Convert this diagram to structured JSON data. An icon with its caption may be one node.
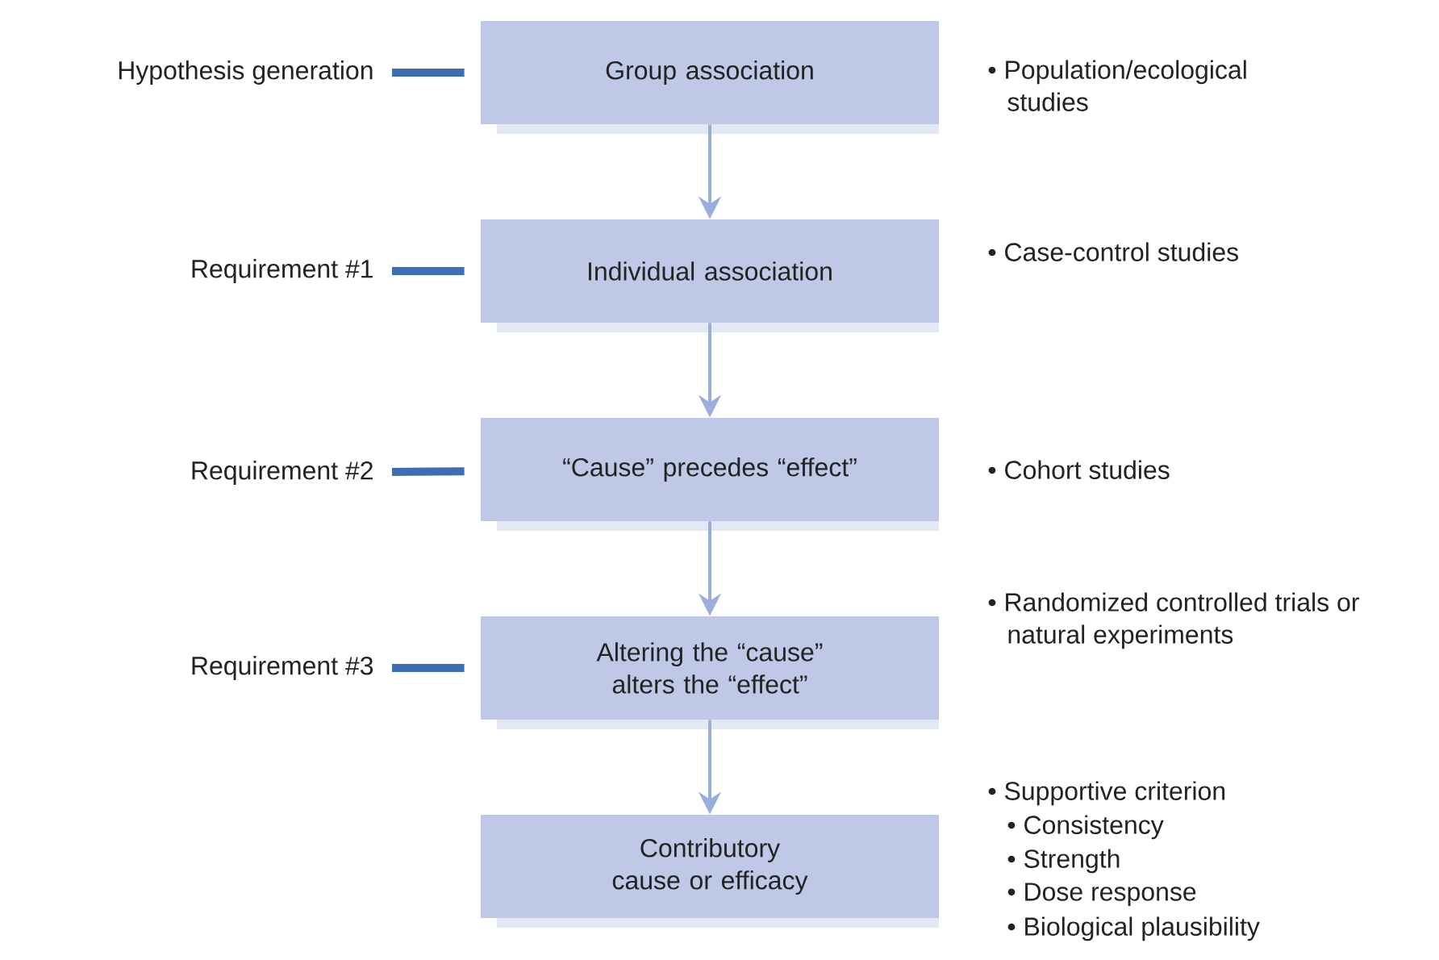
{
  "diagram": {
    "nodes": [
      {
        "text": [
          "Group association"
        ],
        "beside": [
          "• Population/ecological studies"
        ]
      },
      {
        "text": [
          "Individual association"
        ],
        "beside": [
          "• Case-control studies"
        ]
      },
      {
        "text": [
          "“Cause” precedes “effect”"
        ],
        "beside": [
          "• Cohort studies"
        ]
      },
      {
        "text": [
          "Altering the “cause” alters the “effect”"
        ],
        "beside": [
          "• Randomized controlled trials or natural experiments"
        ]
      },
      {
        "text": [
          "Contributory cause or efficacy"
        ],
        "beside": [
          "• Supportive criterion",
          "• Consistency",
          "• Strength",
          "• Dose response",
          "• Biological plausibility"
        ]
      },
      {
        "text": [
          "Hypothesis generation"
        ]
      },
      {
        "text": [
          "Requirement #1"
        ]
      },
      {
        "text": [
          "Requirement #2"
        ]
      },
      {
        "text": [
          "Requirement #3"
        ]
      }
    ],
    "edges": [
      {
        "from": 0,
        "to": 1,
        "arrow": "to"
      },
      {
        "from": 1,
        "to": 2,
        "arrow": "to"
      },
      {
        "from": 2,
        "to": 3,
        "arrow": "to"
      },
      {
        "from": 3,
        "to": 4,
        "arrow": "to"
      },
      {
        "from": 5,
        "to": 0,
        "arrow": "none",
        "style": "thick",
        "color": "#3d6eb4"
      },
      {
        "from": 6,
        "to": 1,
        "arrow": "none",
        "style": "thick",
        "color": "#3d6eb4"
      },
      {
        "from": 7,
        "to": 2,
        "arrow": "none",
        "style": "thick",
        "color": "#3d6eb4"
      },
      {
        "from": 8,
        "to": 3,
        "arrow": "none",
        "style": "thick",
        "color": "#3d6eb4"
      }
    ]
  }
}
